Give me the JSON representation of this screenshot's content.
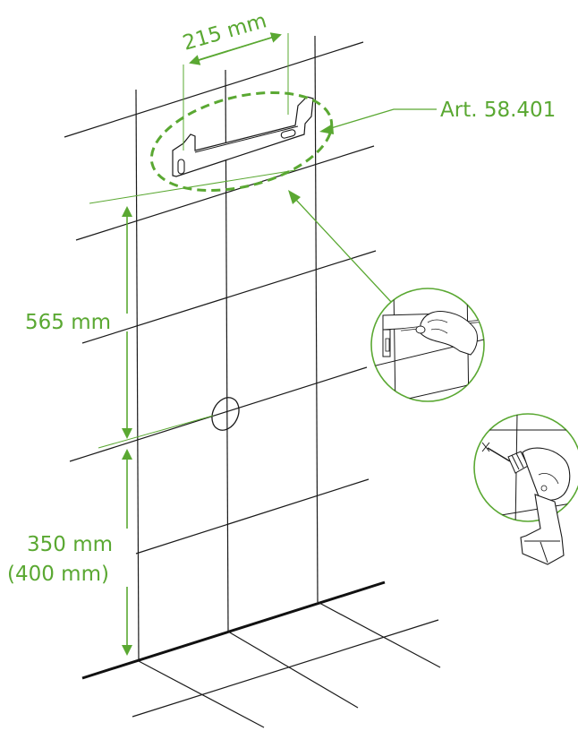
{
  "labels": {
    "width_dimension": "215 mm",
    "article": "Art. 58.401",
    "height_upper": "565 mm",
    "height_lower": "350 mm",
    "height_lower_alt": "(400 mm)"
  },
  "colors": {
    "accent": "#5aa832",
    "line": "#1a1a1a"
  },
  "icons": {
    "pencil_detail": "pencil-marking-icon",
    "drill_detail": "drill-icon"
  }
}
